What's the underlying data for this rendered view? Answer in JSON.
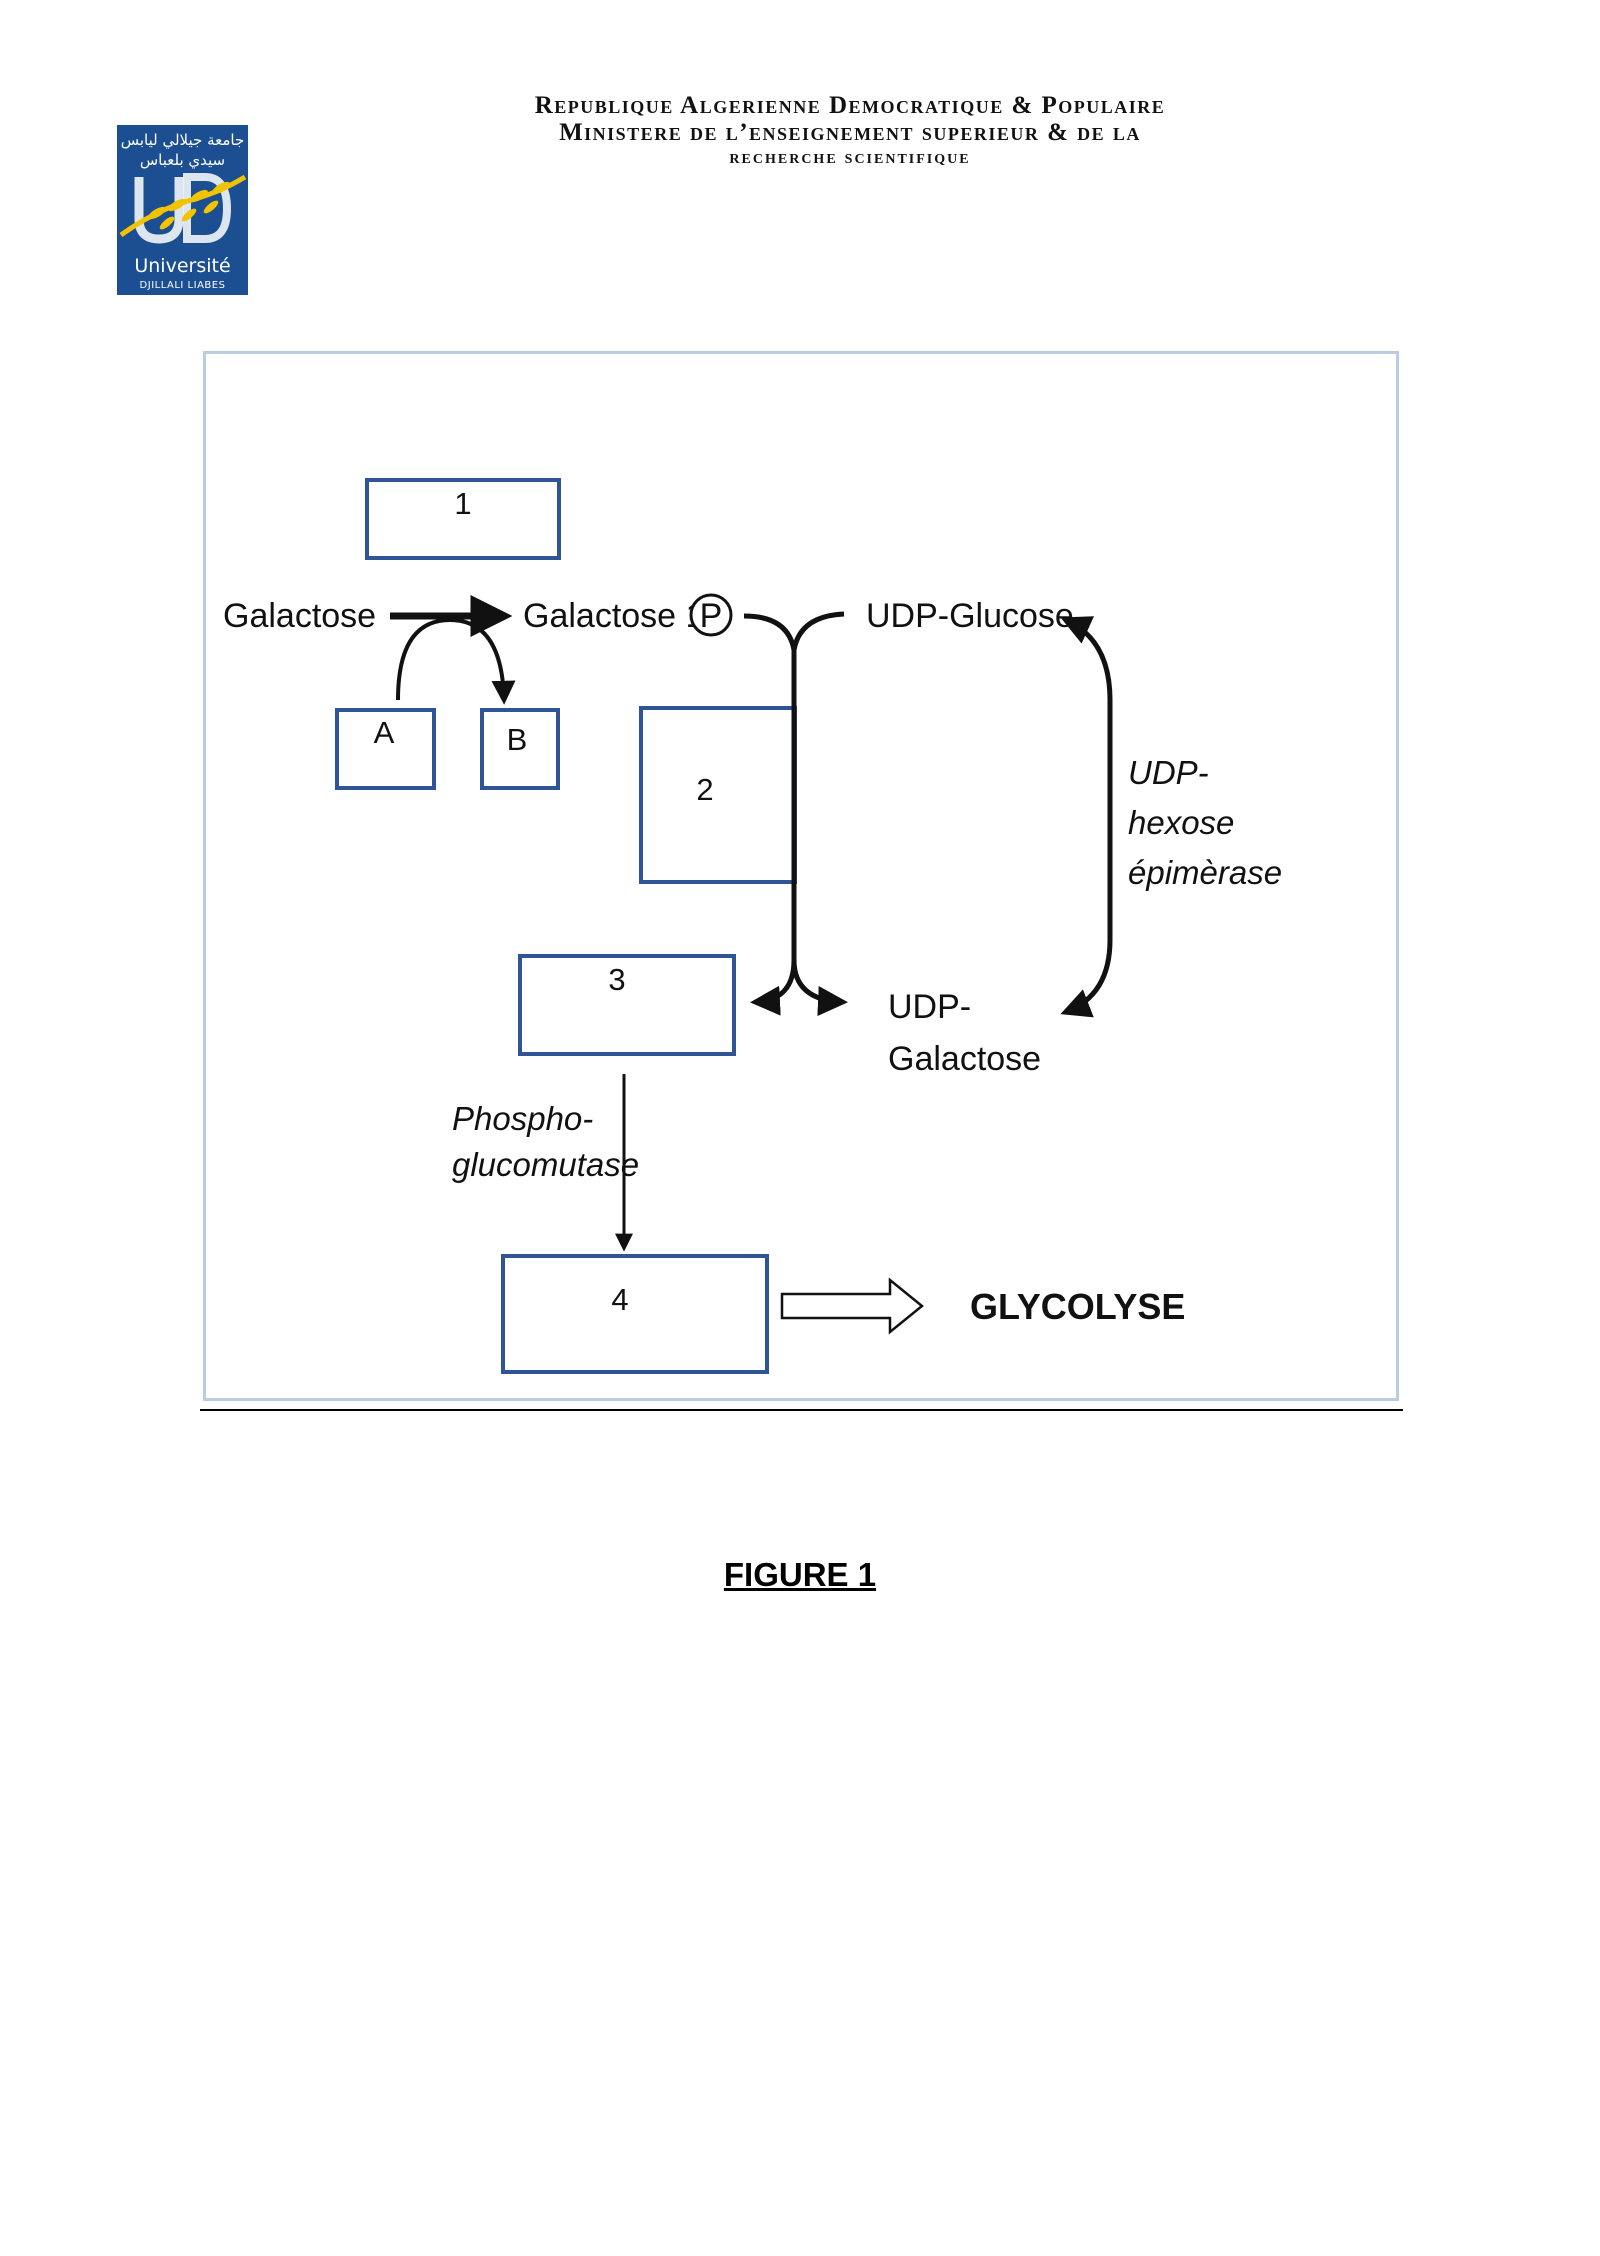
{
  "logo": {
    "arabic_line1": "جامعة جيلالي ليابس",
    "arabic_line2": "سيدي بلعباس",
    "name": "Université",
    "subname": "DJILLALI LIABES"
  },
  "header": {
    "line1": "Republique Algerienne Democratique & Populaire",
    "line2": "Ministere de l’enseignement superieur & de la",
    "line3": "recherche scientifique"
  },
  "diagram": {
    "box1": "1",
    "boxA": "A",
    "boxB": "B",
    "box2": "2",
    "box3": "3",
    "box4": "4",
    "galactose": "Galactose",
    "galactose_1p": "Galactose 1-",
    "phosphate": "P",
    "udp_glucose": "UDP-Glucose",
    "udp_galactose_l1": "UDP-",
    "udp_galactose_l2": "Galactose",
    "epimerase_l1": "UDP-",
    "epimerase_l2": "hexose",
    "epimerase_l3": "épimèrase",
    "phosphoglucomutase_l1": "Phospho-",
    "phosphoglucomutase_l2": "glucomutase",
    "glycolyse": "GLYCOLYSE"
  },
  "caption": "FIGURE 1",
  "colors": {
    "box_border": "#2f5597",
    "frame_border": "#b9cde3",
    "logo_bg": "#1c4f92",
    "logo_accent": "#f2c300"
  }
}
